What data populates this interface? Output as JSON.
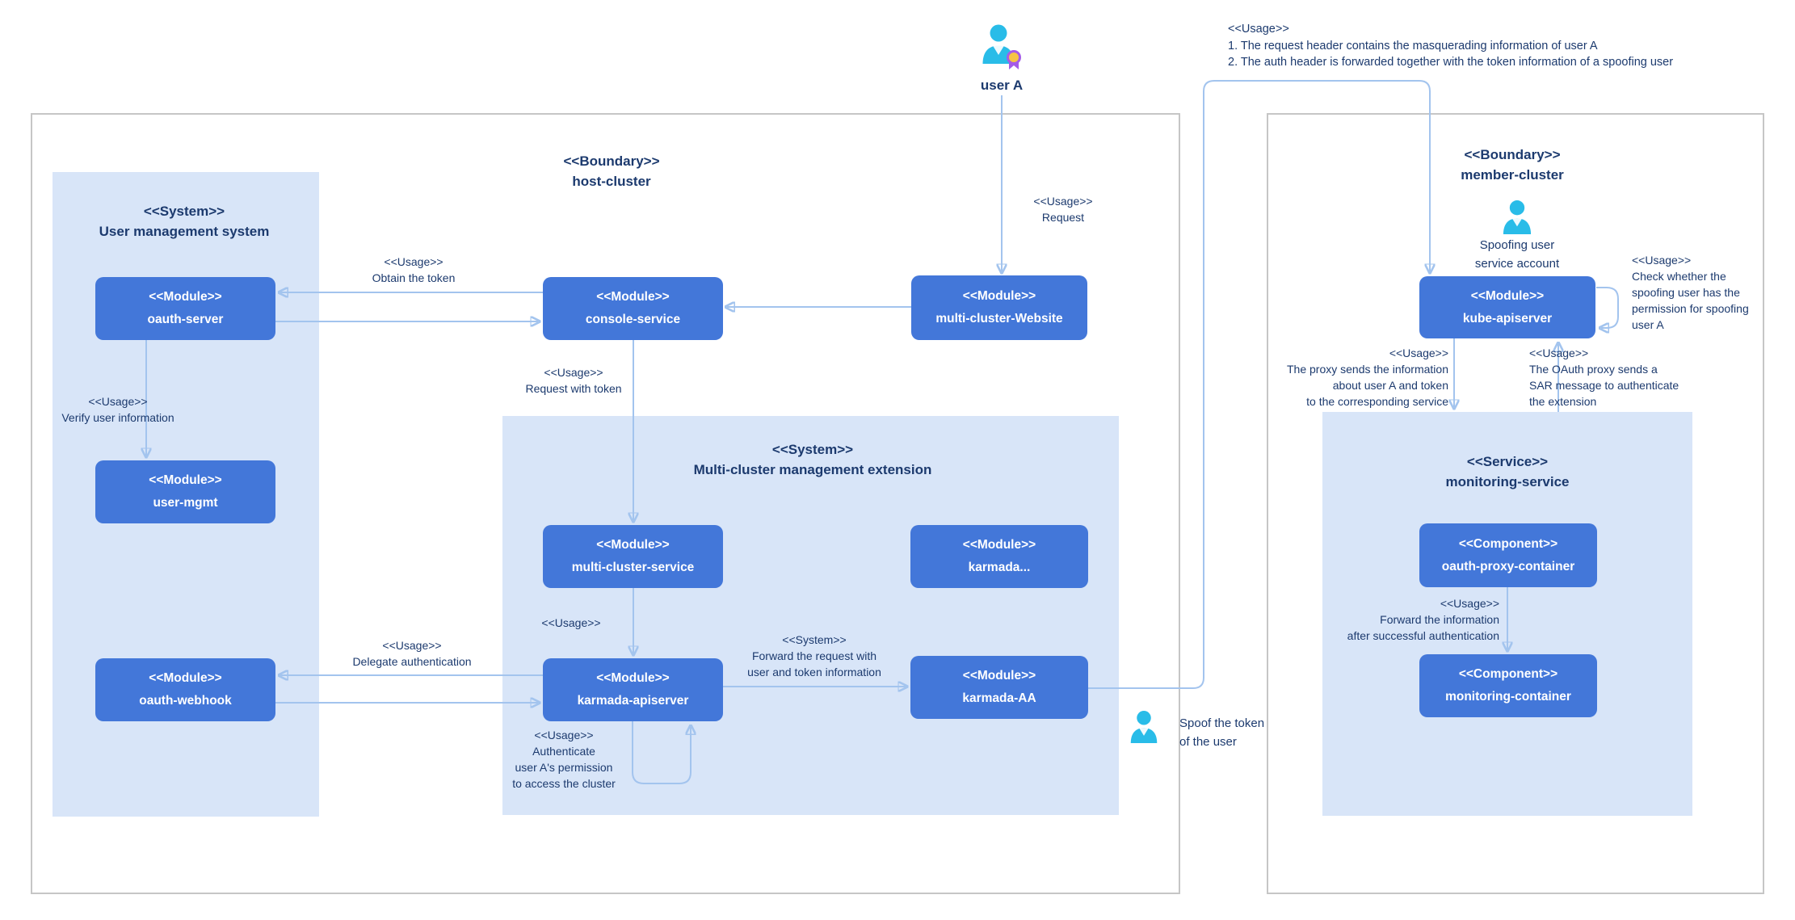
{
  "boundaries": {
    "host": {
      "title": "<<Boundary>>\nhost-cluster"
    },
    "member": {
      "title": "<<Boundary>>\nmember-cluster"
    }
  },
  "panels": {
    "user_mgmt_system": {
      "title": "<<System>>\nUser management system"
    },
    "extension": {
      "title": "<<System>>\nMulti-cluster management extension"
    },
    "monitoring": {
      "title": "<<Service>>\nmonitoring-service"
    }
  },
  "modules": {
    "oauth_server": {
      "text": "<<Module>>\noauth-server"
    },
    "console_service": {
      "text": "<<Module>>\nconsole-service"
    },
    "multi_cluster_website": {
      "text": "<<Module>>\nmulti-cluster-Website"
    },
    "user_mgmt": {
      "text": "<<Module>>\nuser-mgmt"
    },
    "oauth_webhook": {
      "text": "<<Module>>\noauth-webhook"
    },
    "multi_cluster_service": {
      "text": "<<Module>>\nmulti-cluster-service"
    },
    "karmada_more": {
      "text": "<<Module>>\nkarmada..."
    },
    "karmada_apiserver": {
      "text": "<<Module>>\nkarmada-apiserver"
    },
    "karmada_aa": {
      "text": "<<Module>>\nkarmada-AA"
    },
    "kube_apiserver": {
      "text": "<<Module>>\nkube-apiserver"
    },
    "oauth_proxy_container": {
      "text": "<<Component>>\noauth-proxy-container"
    },
    "monitoring_container": {
      "text": "<<Component>>\nmonitoring-container"
    }
  },
  "actors": {
    "user_a": {
      "label": "user A"
    },
    "spoofing_user": {
      "label": "Spoofing user\nservice account"
    },
    "spoof_token": {
      "label": "Spoof the token\nof the user"
    }
  },
  "annotations": {
    "top_right": "<<Usage>>\n1. The request header contains the masquerading information of user A\n2. The auth header is forwarded together with the token information of a spoofing user",
    "request": "<<Usage>>\nRequest",
    "obtain_token": "<<Usage>>\nObtain the token",
    "request_with_token": "<<Usage>>\nRequest with token",
    "verify_user": "<<Usage>>\nVerify user information",
    "mcs_usage": "<<Usage>>",
    "forward_request": "<<System>>\nForward the request with\nuser and token information",
    "delegate_auth": "<<Usage>>\nDelegate authentication",
    "authenticate": "<<Usage>>\nAuthenticate\nuser A's  permission\nto access the cluster",
    "check_spoofing": "<<Usage>>\nCheck whether the\nspoofing user has the\npermission for spoofing\nuser A",
    "proxy_sends": "<<Usage>>\nThe proxy sends the information\nabout user A and token\nto the corresponding service",
    "sar_message": "<<Usage>>\nThe OAuth proxy sends a\nSAR message to authenticate\nthe extension",
    "forward_info": "<<Usage>>\nForward the information\nafter successful authentication"
  },
  "colors": {
    "module_fill": "#4377d9",
    "panel_fill": "#d8e5f8",
    "boundary_border": "#c6c6c6",
    "connector_blue": "#a3c4ee",
    "text_navy": "#1c3a6e",
    "actor_cyan": "#29bce8",
    "badge_gold": "#f6c445",
    "badge_purple": "#a55be8"
  }
}
